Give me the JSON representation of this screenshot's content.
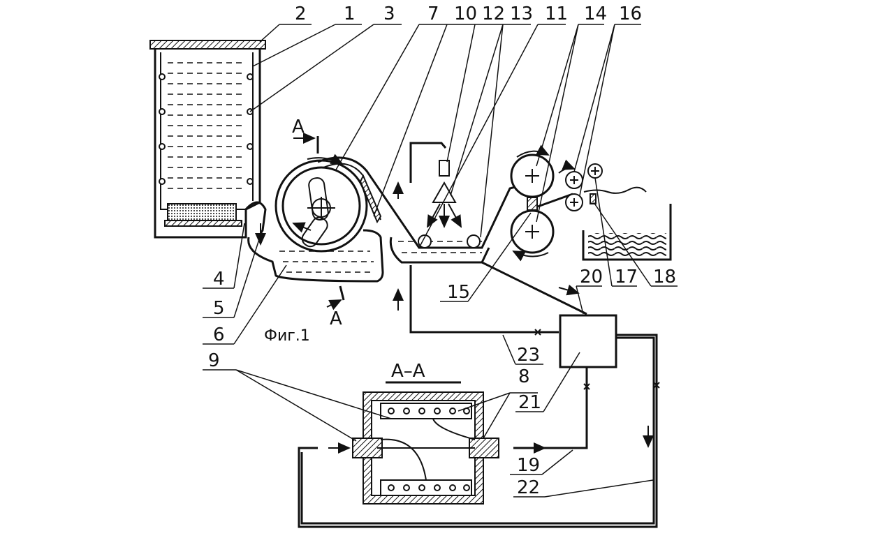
{
  "figure": {
    "caption": "Фиг.1",
    "section_title": "А–А",
    "section_mark_top": "А",
    "section_mark_bottom": "А"
  },
  "callouts": {
    "c1": "1",
    "c2": "2",
    "c3": "3",
    "c4": "4",
    "c5": "5",
    "c6": "6",
    "c7": "7",
    "c8": "8",
    "c9": "9",
    "c10": "10",
    "c11": "11",
    "c12": "12",
    "c13": "13",
    "c14": "14",
    "c15": "15",
    "c16": "16",
    "c17": "17",
    "c18": "18",
    "c19": "19",
    "c20": "20",
    "c21": "21",
    "c22": "22",
    "c23": "23"
  }
}
